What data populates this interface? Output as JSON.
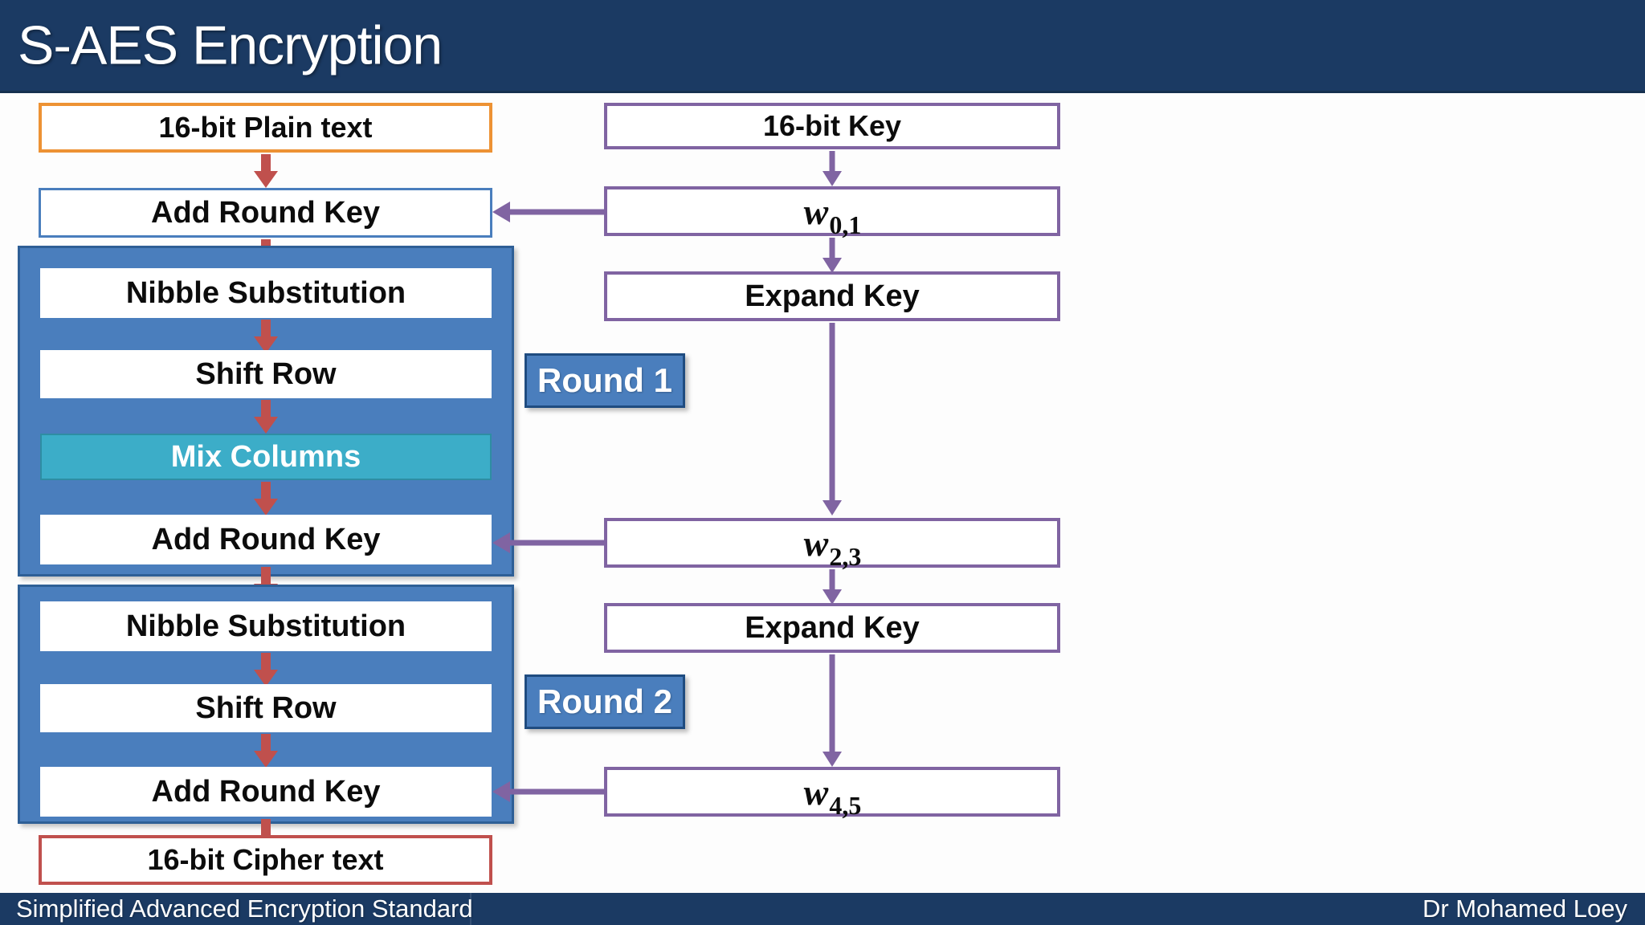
{
  "slide": {
    "title": "S-AES Encryption",
    "footer_left": "Simplified Advanced Encryption Standard",
    "footer_right": "Dr Mohamed Loey"
  },
  "colors": {
    "title_bar": "#1b3a63",
    "footer_bar": "#1b3a63",
    "plain_text_border": "#ED9234",
    "cipher_text_border": "#C0504D",
    "process_border": "#4A7EBD",
    "key_border": "#8064A2",
    "round_fill": "#4A7EBD",
    "round_border": "#2E5F96",
    "mix_columns_fill": "#3CADC8",
    "data_arrow": "#C0504D",
    "key_arrow": "#8064A2"
  },
  "data_path": {
    "plain_text": "16-bit Plain text",
    "initial_add_round_key": "Add Round Key",
    "cipher_text": "16-bit Cipher text",
    "rounds": [
      {
        "badge": "Round 1",
        "steps": [
          {
            "label": "Nibble Substitution",
            "style": "white"
          },
          {
            "label": "Shift Row",
            "style": "white"
          },
          {
            "label": "Mix Columns",
            "style": "teal"
          },
          {
            "label": "Add Round Key",
            "style": "white"
          }
        ]
      },
      {
        "badge": "Round 2",
        "steps": [
          {
            "label": "Nibble Substitution",
            "style": "white"
          },
          {
            "label": "Shift Row",
            "style": "white"
          },
          {
            "label": "Add Round Key",
            "style": "white"
          }
        ]
      }
    ]
  },
  "key_path": {
    "key": "16-bit Key",
    "w01": {
      "symbol": "w",
      "subscript": "0,1"
    },
    "expand_key_1": "Expand Key",
    "w23": {
      "symbol": "w",
      "subscript": "2,3"
    },
    "expand_key_2": "Expand Key",
    "w45": {
      "symbol": "w",
      "subscript": "4,5"
    }
  }
}
